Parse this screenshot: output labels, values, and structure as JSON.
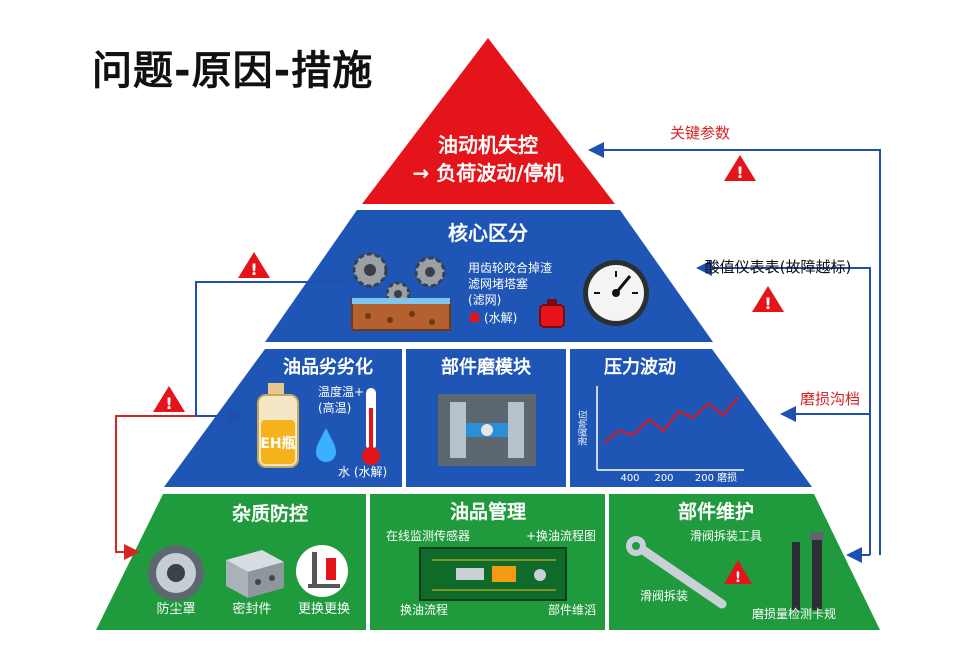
{
  "title": "问题-原因-措施",
  "tier1": {
    "line1": "油动机失控",
    "line2": "→ 负荷波动/停机"
  },
  "tier2": {
    "title": "核心区分",
    "gear_note_1": "用齿轮咬合掉渣",
    "gear_note_2": "滤网堵塔塞",
    "gear_note_3": "(滤网)",
    "water_note": "(水解)"
  },
  "tier3": {
    "panel1": {
      "title": "油品劣劣化",
      "note_1": "温度温+",
      "note_2": "(高温)",
      "bottle_label": "EH瓶",
      "water_label": "水 (水解)"
    },
    "panel2": {
      "title": "部件磨模块"
    },
    "panel3": {
      "title": "压力波动",
      "ylabel": "滑阀响应",
      "xticks": [
        "400",
        "200",
        "200 磨损"
      ]
    }
  },
  "tier4": {
    "panel1": {
      "title": "杂质防控",
      "item1": "防尘罩",
      "item2": "密封件",
      "item3": "更换更换"
    },
    "panel2": {
      "title": "油品管理",
      "label_tl": "在线监测传感器",
      "label_tr": "+换油流程图",
      "label_bl": "换油流程",
      "label_br": "部件维滔"
    },
    "panel3": {
      "title": "部件维护",
      "label_top": "滑阀拆装工具",
      "label_left": "滑阀拆装",
      "label_bottom": "磨损量检测卡规"
    }
  },
  "side": {
    "label1": "关键参数",
    "label2": "酸值仪表表(故障越标)",
    "label3": "磨损沟档"
  },
  "chart_data": {
    "type": "line",
    "title": "压力波动",
    "xlabel": "",
    "ylabel": "滑阀响应",
    "x_ticks": [
      "400",
      "200",
      "200 磨损"
    ],
    "series": [
      {
        "values": [
          3.0,
          4.5,
          4.0,
          6.0,
          4.5,
          7.0,
          6.2,
          8.0,
          6.5,
          8.8
        ]
      }
    ],
    "ylim": [
      0,
      10
    ]
  },
  "colors": {
    "red": "#e5141a",
    "blue": "#1f56b5",
    "green": "#1f9a3c",
    "arrow_blue": "#1f4fb0",
    "arrow_red": "#d62323"
  }
}
